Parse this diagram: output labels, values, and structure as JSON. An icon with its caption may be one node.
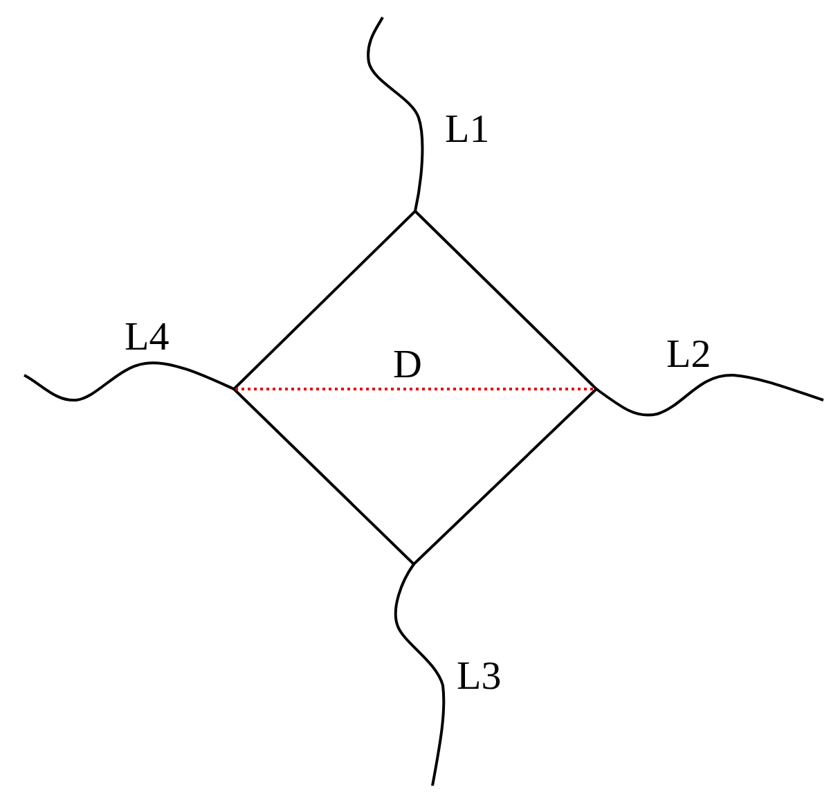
{
  "diagram": {
    "labels": [
      "L1",
      "L4",
      "D",
      "L2",
      "L3"
    ]
  }
}
